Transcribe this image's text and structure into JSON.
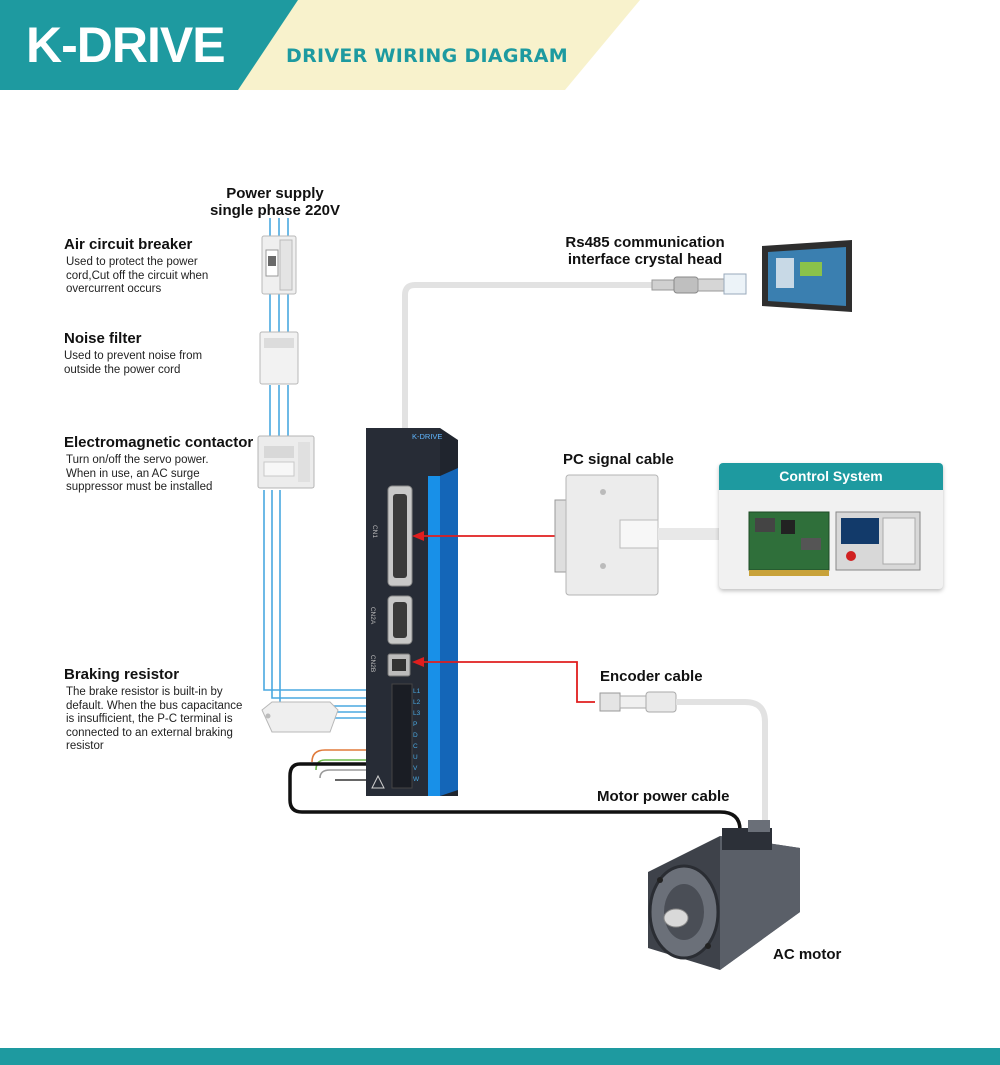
{
  "header": {
    "brand": "K-DRIVE",
    "subtitle": "DRIVER WIRING DIAGRAM"
  },
  "power_supply": {
    "line1": "Power supply",
    "line2": "single phase 220V"
  },
  "air_breaker": {
    "title": "Air circuit breaker",
    "desc": [
      "Used to protect the power",
      "cord,Cut off the circuit when",
      "overcurrent occurs"
    ]
  },
  "noise_filter": {
    "title": "Noise filter",
    "desc": [
      "Used to prevent noise from",
      "outside the power cord"
    ]
  },
  "contactor": {
    "title": "Electromagnetic contactor",
    "desc": [
      "Turn on/off the servo power.",
      "When in use, an AC surge",
      "suppressor must be installed"
    ]
  },
  "braking": {
    "title": "Braking resistor",
    "desc": [
      "The brake resistor is built-in by",
      "default. When the bus capacitance",
      "is insufficient, the P-C terminal is",
      "connected to an external braking",
      "resistor"
    ]
  },
  "rs485": {
    "line1": "Rs485 communication",
    "line2": "interface crystal head"
  },
  "pc_signal": {
    "title": "PC signal cable"
  },
  "control_system": {
    "title": "Control System"
  },
  "encoder": {
    "title": "Encoder cable"
  },
  "motor_power": {
    "title": "Motor power cable"
  },
  "ac_motor": {
    "title": "AC motor"
  },
  "driver": {
    "brand": "K-DRIVE",
    "ports": [
      "CN1",
      "CN2A",
      "CN2B"
    ],
    "terminals": [
      "L1",
      "L2",
      "L3",
      "P",
      "D",
      "C",
      "U",
      "V",
      "W"
    ]
  },
  "colors": {
    "teal": "#1e9aa0",
    "cream": "#f8f2cc",
    "driver_blue": "#1890e8",
    "red_wire": "#e01e1e",
    "blue_wire": "#4aa8e0"
  }
}
